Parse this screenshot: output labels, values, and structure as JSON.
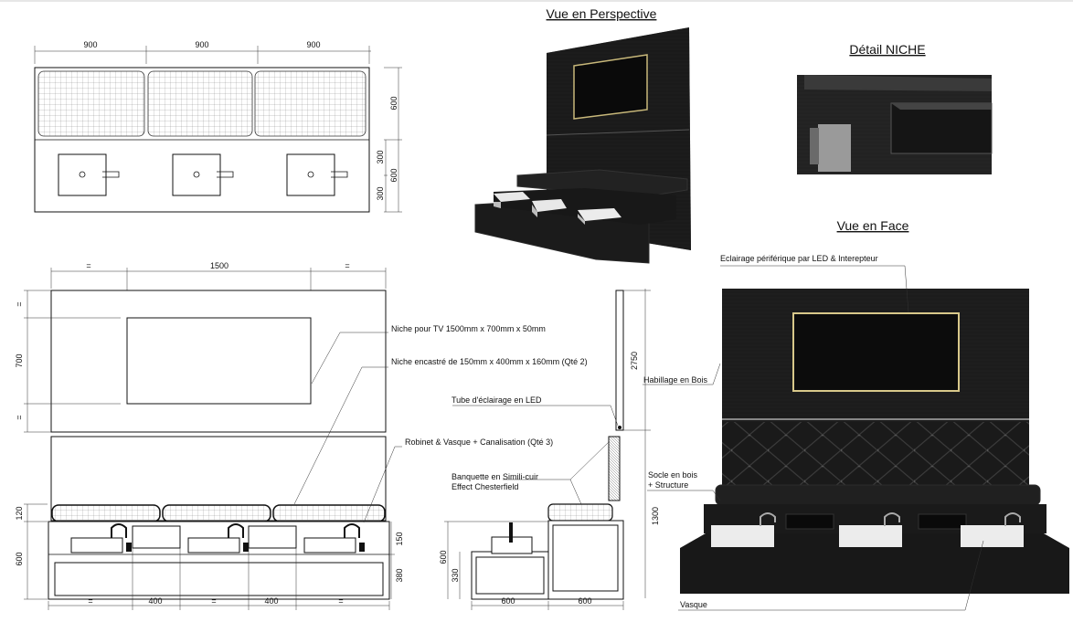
{
  "titles": {
    "perspective": "Vue en Perspective",
    "detail": "Détail NICHE",
    "face": "Vue en Face"
  },
  "plan": {
    "widths": [
      "900",
      "900",
      "900"
    ],
    "heights": [
      "600",
      "300",
      "300",
      "600"
    ]
  },
  "elevation": {
    "top_dims": [
      "=",
      "1500",
      "="
    ],
    "left_dims": [
      "=",
      "700",
      "=",
      "120",
      "600"
    ],
    "right_dims": [
      "150",
      "380"
    ],
    "bottom_dims": [
      "=",
      "400",
      "=",
      "400",
      "="
    ]
  },
  "section": {
    "dims": [
      "2750",
      "1300",
      "600",
      "330",
      "600",
      "600"
    ]
  },
  "annotations": {
    "niche_tv": "Niche pour TV 1500mm x 700mm x 50mm",
    "niche_encastre": "Niche encastré de 150mm x 400mm x 160mm (Qté 2)",
    "tube_led": "Tube d'éclairage en LED",
    "robinet": "Robinet  & Vasque + Canalisation (Qté 3)",
    "banquette_1": "Banquette en Simili-cuir",
    "banquette_2": "Effect Chesterfield",
    "eclairage": "Eclairage périférique par LED & Interepteur",
    "habillage": "Habillage en Bois",
    "socle_1": "Socle en bois",
    "socle_2": "+ Structure",
    "vasque": "Vasque"
  },
  "colors": {
    "wall_dark": "#1b1b1b",
    "led": "#d8c88a",
    "basin": "#ececec"
  }
}
